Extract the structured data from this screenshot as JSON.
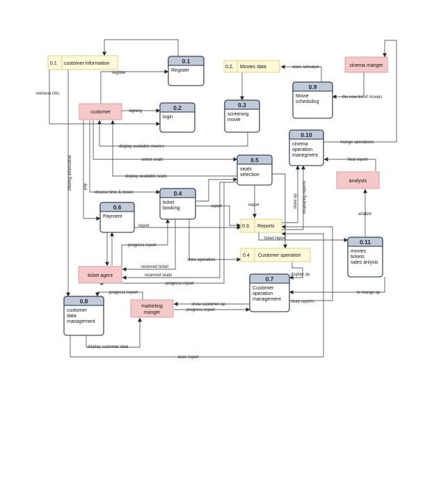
{
  "processes": {
    "p01": {
      "num": "0.1",
      "lines": [
        "Register"
      ]
    },
    "p02": {
      "num": "0.2",
      "lines": [
        "login"
      ]
    },
    "p03": {
      "num": "0.3",
      "lines": [
        "screening",
        "movie"
      ]
    },
    "p04": {
      "num": "0.4",
      "lines": [
        "ticket",
        "booking"
      ]
    },
    "p05": {
      "num": "0.5",
      "lines": [
        "seats",
        "selection"
      ]
    },
    "p06": {
      "num": "0.6",
      "lines": [
        "Payment"
      ]
    },
    "p07": {
      "num": "0.7",
      "lines": [
        "Customer",
        "operation",
        "management"
      ]
    },
    "p08": {
      "num": "0.8",
      "lines": [
        "customer",
        "data",
        "management"
      ]
    },
    "p09": {
      "num": "0.9",
      "lines": [
        "Movie",
        "scheduling"
      ]
    },
    "p10": {
      "num": "0.10",
      "lines": [
        "cinema",
        "operation",
        "manegment"
      ]
    },
    "p11": {
      "num": "0.11",
      "lines": [
        "movies",
        "tickets",
        "sales anlysis"
      ]
    }
  },
  "stores": {
    "s_custinfo": {
      "id": "0.1",
      "name": "customer information"
    },
    "s_movies": {
      "id": "0.2.",
      "name": "Movies data"
    },
    "s_reports": {
      "id": "0.3.",
      "name": "Reports"
    },
    "s_custop": {
      "id": "0.4",
      "name": "Customer operation"
    }
  },
  "entities": {
    "e_customer": "customer",
    "e_cinema": "cinema manger",
    "e_analysts": "analysts",
    "e_ticket": "ticket agent",
    "e_marketing": "marketing manger"
  },
  "flows": {
    "register": "register",
    "retrieval": "retrieval info.",
    "signing": "signing",
    "store_schedule": "store schedule",
    "new_list": "the new list of movies",
    "display_movies": "display available movies",
    "mange_operations": "mange operations",
    "select_seats": "select seats",
    "final_report": "final report",
    "display_seats": "display available seats",
    "offering_info": "offering information",
    "pay": "pay",
    "choose_time": "choose time & movie",
    "report_a": "report",
    "report_b": "report",
    "report_c": "report",
    "store_op": "store op",
    "displaying_reports": "displaying reports",
    "analize": "analize",
    "ticket_report": "ticket report",
    "progress_report_a": "progress report",
    "store_operation": "store operation",
    "reserved_ticket": "reserved ticket",
    "reserved_seats": "reserved seats",
    "progress_report_b": "progress report",
    "display_op": "display op",
    "progress_report_c": "progress report",
    "to_mange_op": "to mange op",
    "show_customer_op": "show customer op",
    "progress_report_d": "progress report",
    "store_reports": "store reports",
    "display_customer_data": "display customer data",
    "store_report": "store report"
  }
}
